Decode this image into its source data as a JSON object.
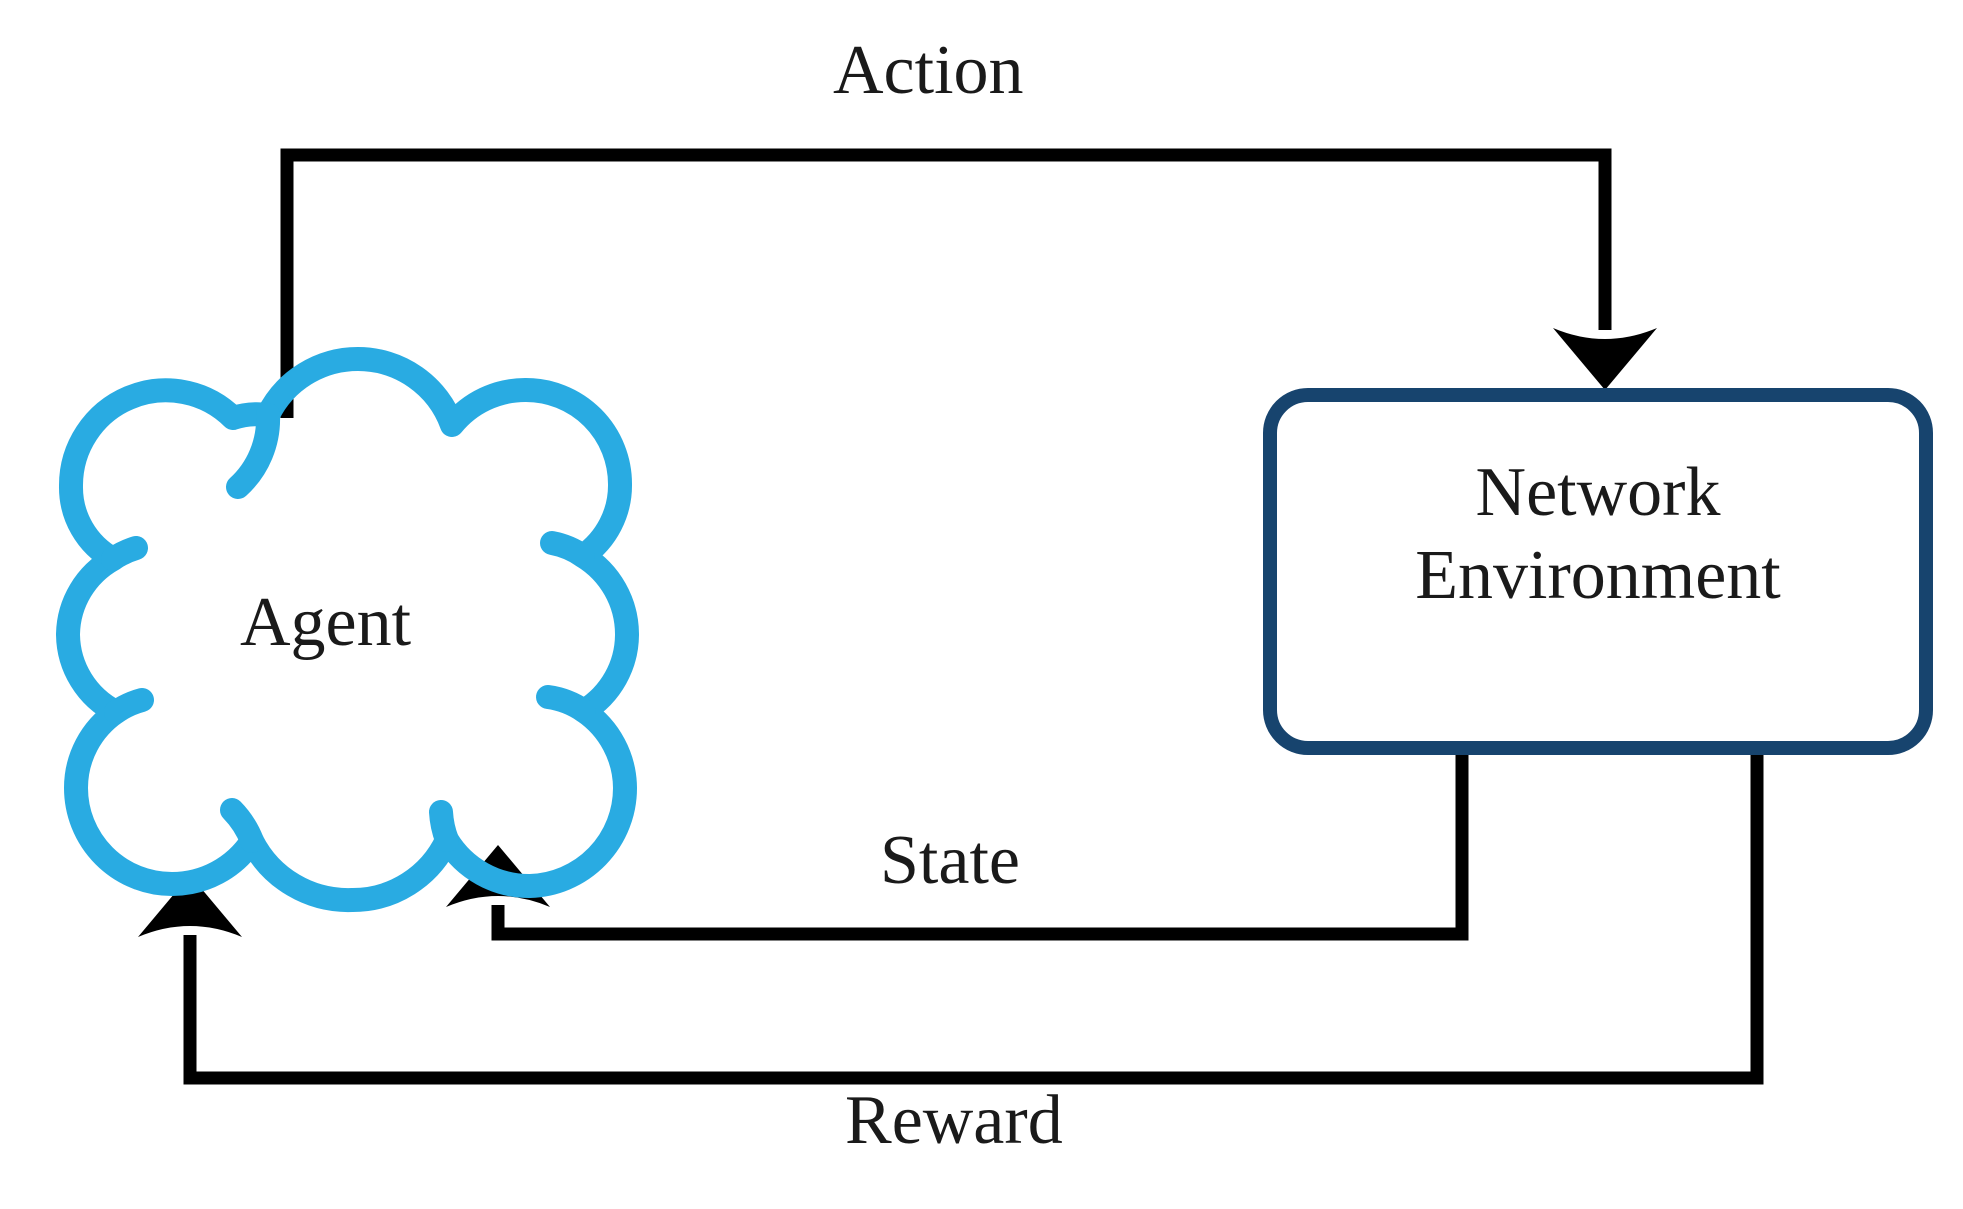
{
  "diagram": {
    "title": "Reinforcement Learning Agent / Network Environment Loop",
    "type": "flow-diagram",
    "background_color": "#ffffff",
    "nodes": [
      {
        "id": "agent",
        "label": "Agent",
        "shape": "cloud",
        "stroke_color": "#29ABE2",
        "fill_color": "#ffffff",
        "stroke_width": 14
      },
      {
        "id": "network-environment",
        "label_line1": "Network",
        "label_line2": "Environment",
        "shape": "rounded-rectangle",
        "stroke_color": "#17446E",
        "fill_color": "#ffffff",
        "stroke_width": 14,
        "corner_radius": 38
      }
    ],
    "edges": [
      {
        "id": "action",
        "label": "Action",
        "from": "agent",
        "to": "network-environment",
        "color": "#000000",
        "width": 13,
        "arrow": "down",
        "routing": "up-over-down"
      },
      {
        "id": "state",
        "label": "State",
        "from": "network-environment",
        "to": "agent",
        "color": "#000000",
        "width": 13,
        "arrow": "up",
        "routing": "down-left-up"
      },
      {
        "id": "reward",
        "label": "Reward",
        "from": "network-environment",
        "to": "agent",
        "color": "#000000",
        "width": 13,
        "arrow": "up",
        "routing": "down-left-up"
      }
    ]
  },
  "labels": {
    "action": "Action",
    "state": "State",
    "reward": "Reward",
    "agent": "Agent",
    "environment_line1": "Network",
    "environment_line2": "Environment"
  }
}
